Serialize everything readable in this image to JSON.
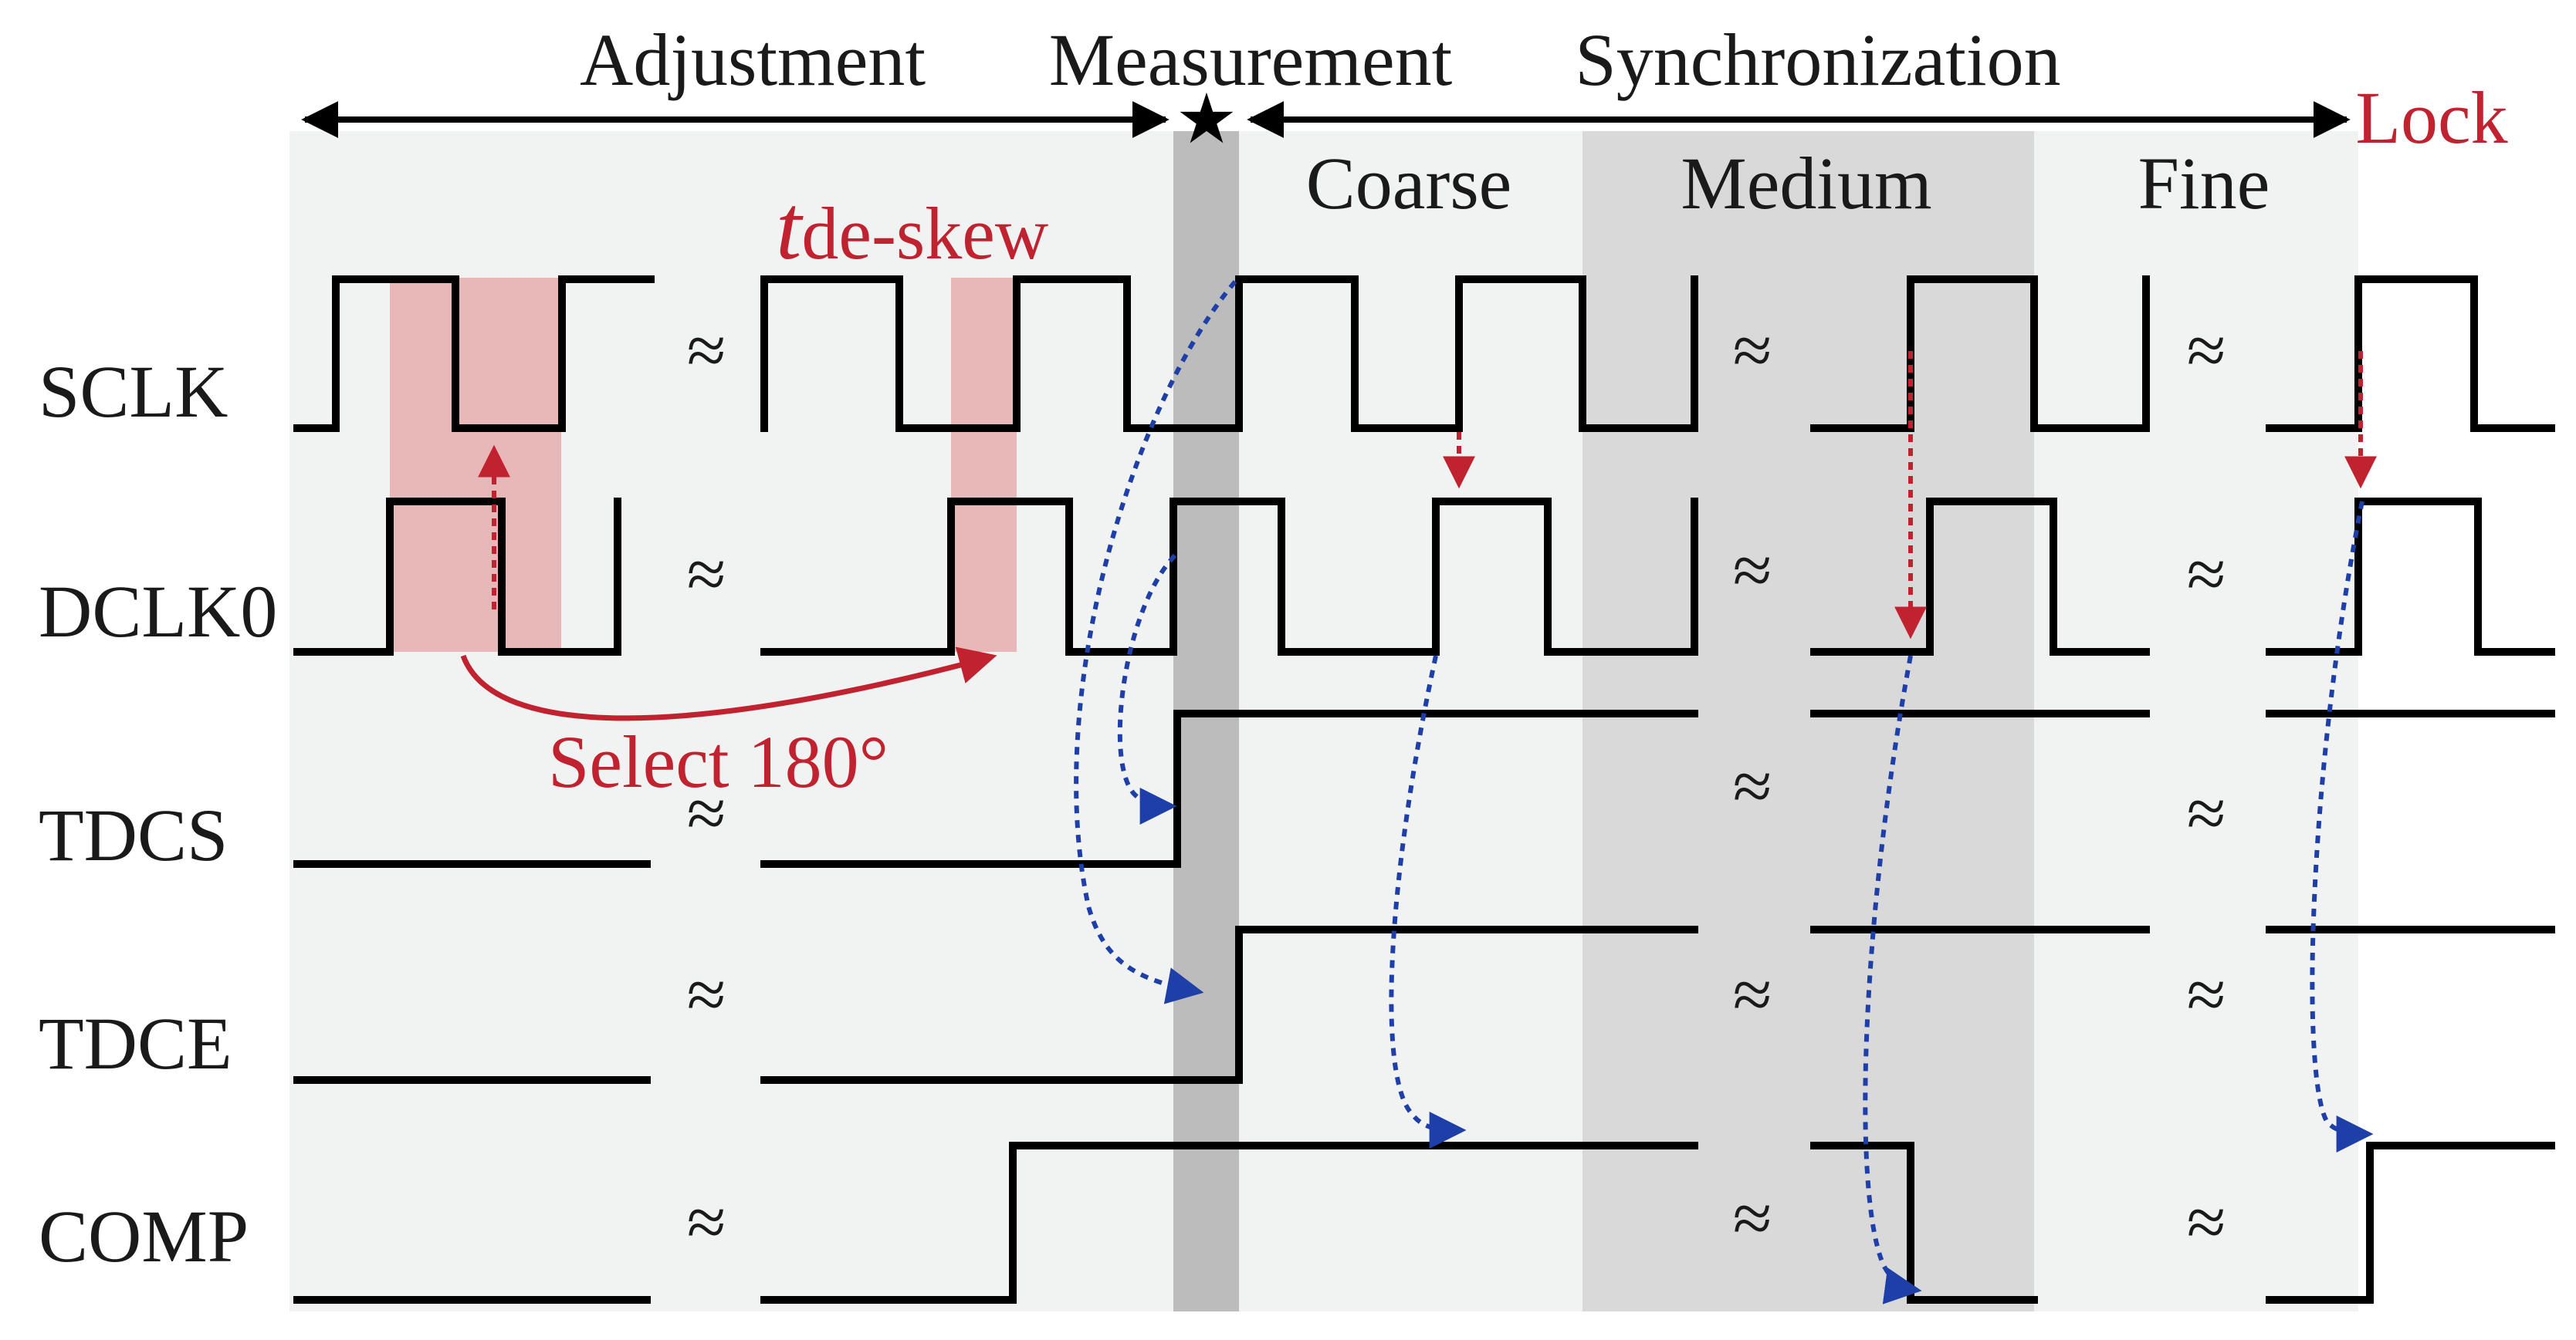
{
  "phases": {
    "adjustment": "Adjustment",
    "measurement": "Measurement",
    "synchronization": "Synchronization",
    "lock": "Lock",
    "coarse": "Coarse",
    "medium": "Medium",
    "fine": "Fine"
  },
  "signals": {
    "sclk": "SCLK",
    "dclk0": "DCLK0",
    "tdcs": "TDCS",
    "tdce": "TDCE",
    "comp": "COMP"
  },
  "annotations": {
    "t_deskew_t": "t",
    "t_deskew_sub": "de-skew",
    "select": "Select 180°"
  },
  "approx_symbol": "≈",
  "colors": {
    "adjust_bg": "#f1f3f2",
    "measure_bar": "#bcbcbc",
    "medium_bg": "#d9d9d9",
    "highlight": "#e8b7b7",
    "red": "#c0222f",
    "blue": "#1f3fa8"
  }
}
